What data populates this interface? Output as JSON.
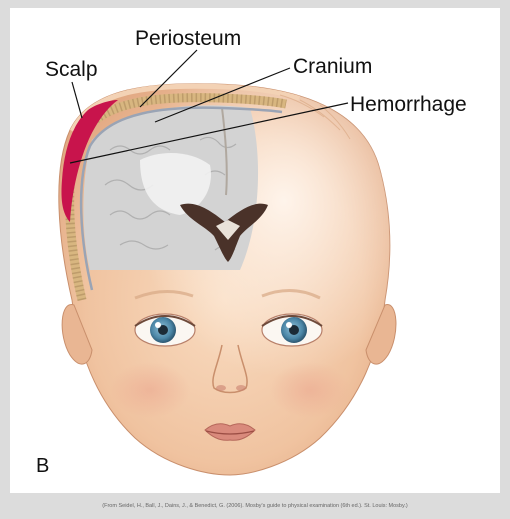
{
  "labels": {
    "periosteum": "Periosteum",
    "scalp": "Scalp",
    "cranium": "Cranium",
    "hemorrhage": "Hemorrhage"
  },
  "panel_letter": "B",
  "citation": "(From Seidel, H., Ball, J., Dains, J., & Benedict, G. (2006). Mosby's guide to physical examination (6th ed.). St. Louis: Mosby.)",
  "colors": {
    "background": "#dcdcdc",
    "panel": "#ffffff",
    "skin": "#f1c9a8",
    "hemorrhage": "#c8144c",
    "cranium": "#d9b98a",
    "brain": "#cfcfcf",
    "iris": "#5d91ad",
    "leader_line": "#111111"
  }
}
